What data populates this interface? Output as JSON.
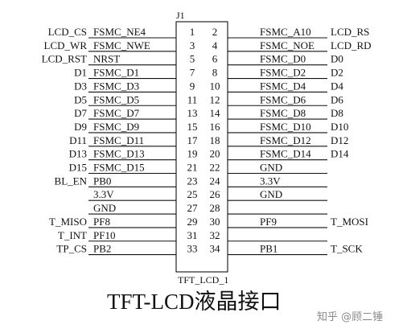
{
  "connector": {
    "ref": "J1",
    "name": "TFT_LCD_1"
  },
  "title": "TFT-LCD液晶接口",
  "watermark": "知乎 @顾二锤",
  "pins": [
    {
      "left_label": "LCD_CS",
      "left_net": "FSMC_NE4",
      "odd": "1",
      "even": "2",
      "right_net": "FSMC_A10",
      "right_label": "LCD_RS"
    },
    {
      "left_label": "LCD_WR",
      "left_net": "FSMC_NWE",
      "odd": "3",
      "even": "4",
      "right_net": "FSMC_NOE",
      "right_label": "LCD_RD"
    },
    {
      "left_label": "LCD_RST",
      "left_net": "NRST",
      "odd": "5",
      "even": "6",
      "right_net": "FSMC_D0",
      "right_label": "D0"
    },
    {
      "left_label": "D1",
      "left_net": "FSMC_D1",
      "odd": "7",
      "even": "8",
      "right_net": "FSMC_D2",
      "right_label": "D2"
    },
    {
      "left_label": "D3",
      "left_net": "FSMC_D3",
      "odd": "9",
      "even": "10",
      "right_net": "FSMC_D4",
      "right_label": "D4"
    },
    {
      "left_label": "D5",
      "left_net": "FSMC_D5",
      "odd": "11",
      "even": "12",
      "right_net": "FSMC_D6",
      "right_label": "D6"
    },
    {
      "left_label": "D7",
      "left_net": "FSMC_D7",
      "odd": "13",
      "even": "14",
      "right_net": "FSMC_D8",
      "right_label": "D8"
    },
    {
      "left_label": "D9",
      "left_net": "FSMC_D9",
      "odd": "15",
      "even": "16",
      "right_net": "FSMC_D10",
      "right_label": "D10"
    },
    {
      "left_label": "D11",
      "left_net": "FSMC_D11",
      "odd": "17",
      "even": "18",
      "right_net": "FSMC_D12",
      "right_label": "D12"
    },
    {
      "left_label": "D13",
      "left_net": "FSMC_D13",
      "odd": "19",
      "even": "20",
      "right_net": "FSMC_D14",
      "right_label": "D14"
    },
    {
      "left_label": "D15",
      "left_net": "FSMC_D15",
      "odd": "21",
      "even": "22",
      "right_net": "GND",
      "right_label": ""
    },
    {
      "left_label": "BL_EN",
      "left_net": "PB0",
      "odd": "23",
      "even": "24",
      "right_net": "3.3V",
      "right_label": ""
    },
    {
      "left_label": "",
      "left_net": "3.3V",
      "odd": "25",
      "even": "26",
      "right_net": "GND",
      "right_label": ""
    },
    {
      "left_label": "",
      "left_net": "GND",
      "odd": "27",
      "even": "28",
      "right_net": "",
      "right_label": ""
    },
    {
      "left_label": "T_MISO",
      "left_net": "PF8",
      "odd": "29",
      "even": "30",
      "right_net": "PF9",
      "right_label": "T_MOSI"
    },
    {
      "left_label": "T_INT",
      "left_net": "PF10",
      "odd": "31",
      "even": "32",
      "right_net": "",
      "right_label": ""
    },
    {
      "left_label": "TP_CS",
      "left_net": "PB2",
      "odd": "33",
      "even": "34",
      "right_net": "PB1",
      "right_label": "T_SCK"
    }
  ]
}
